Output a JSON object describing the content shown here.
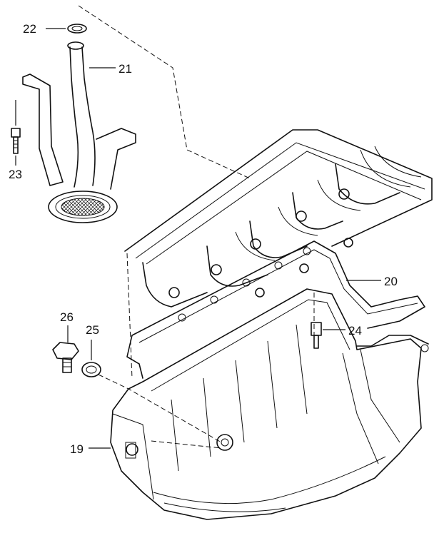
{
  "callouts": {
    "c19": "19",
    "c20": "20",
    "c21": "21",
    "c22": "22",
    "c23": "23",
    "c24": "24",
    "c25": "25",
    "c26": "26"
  },
  "colors": {
    "line": "#111111",
    "background": "#ffffff"
  }
}
